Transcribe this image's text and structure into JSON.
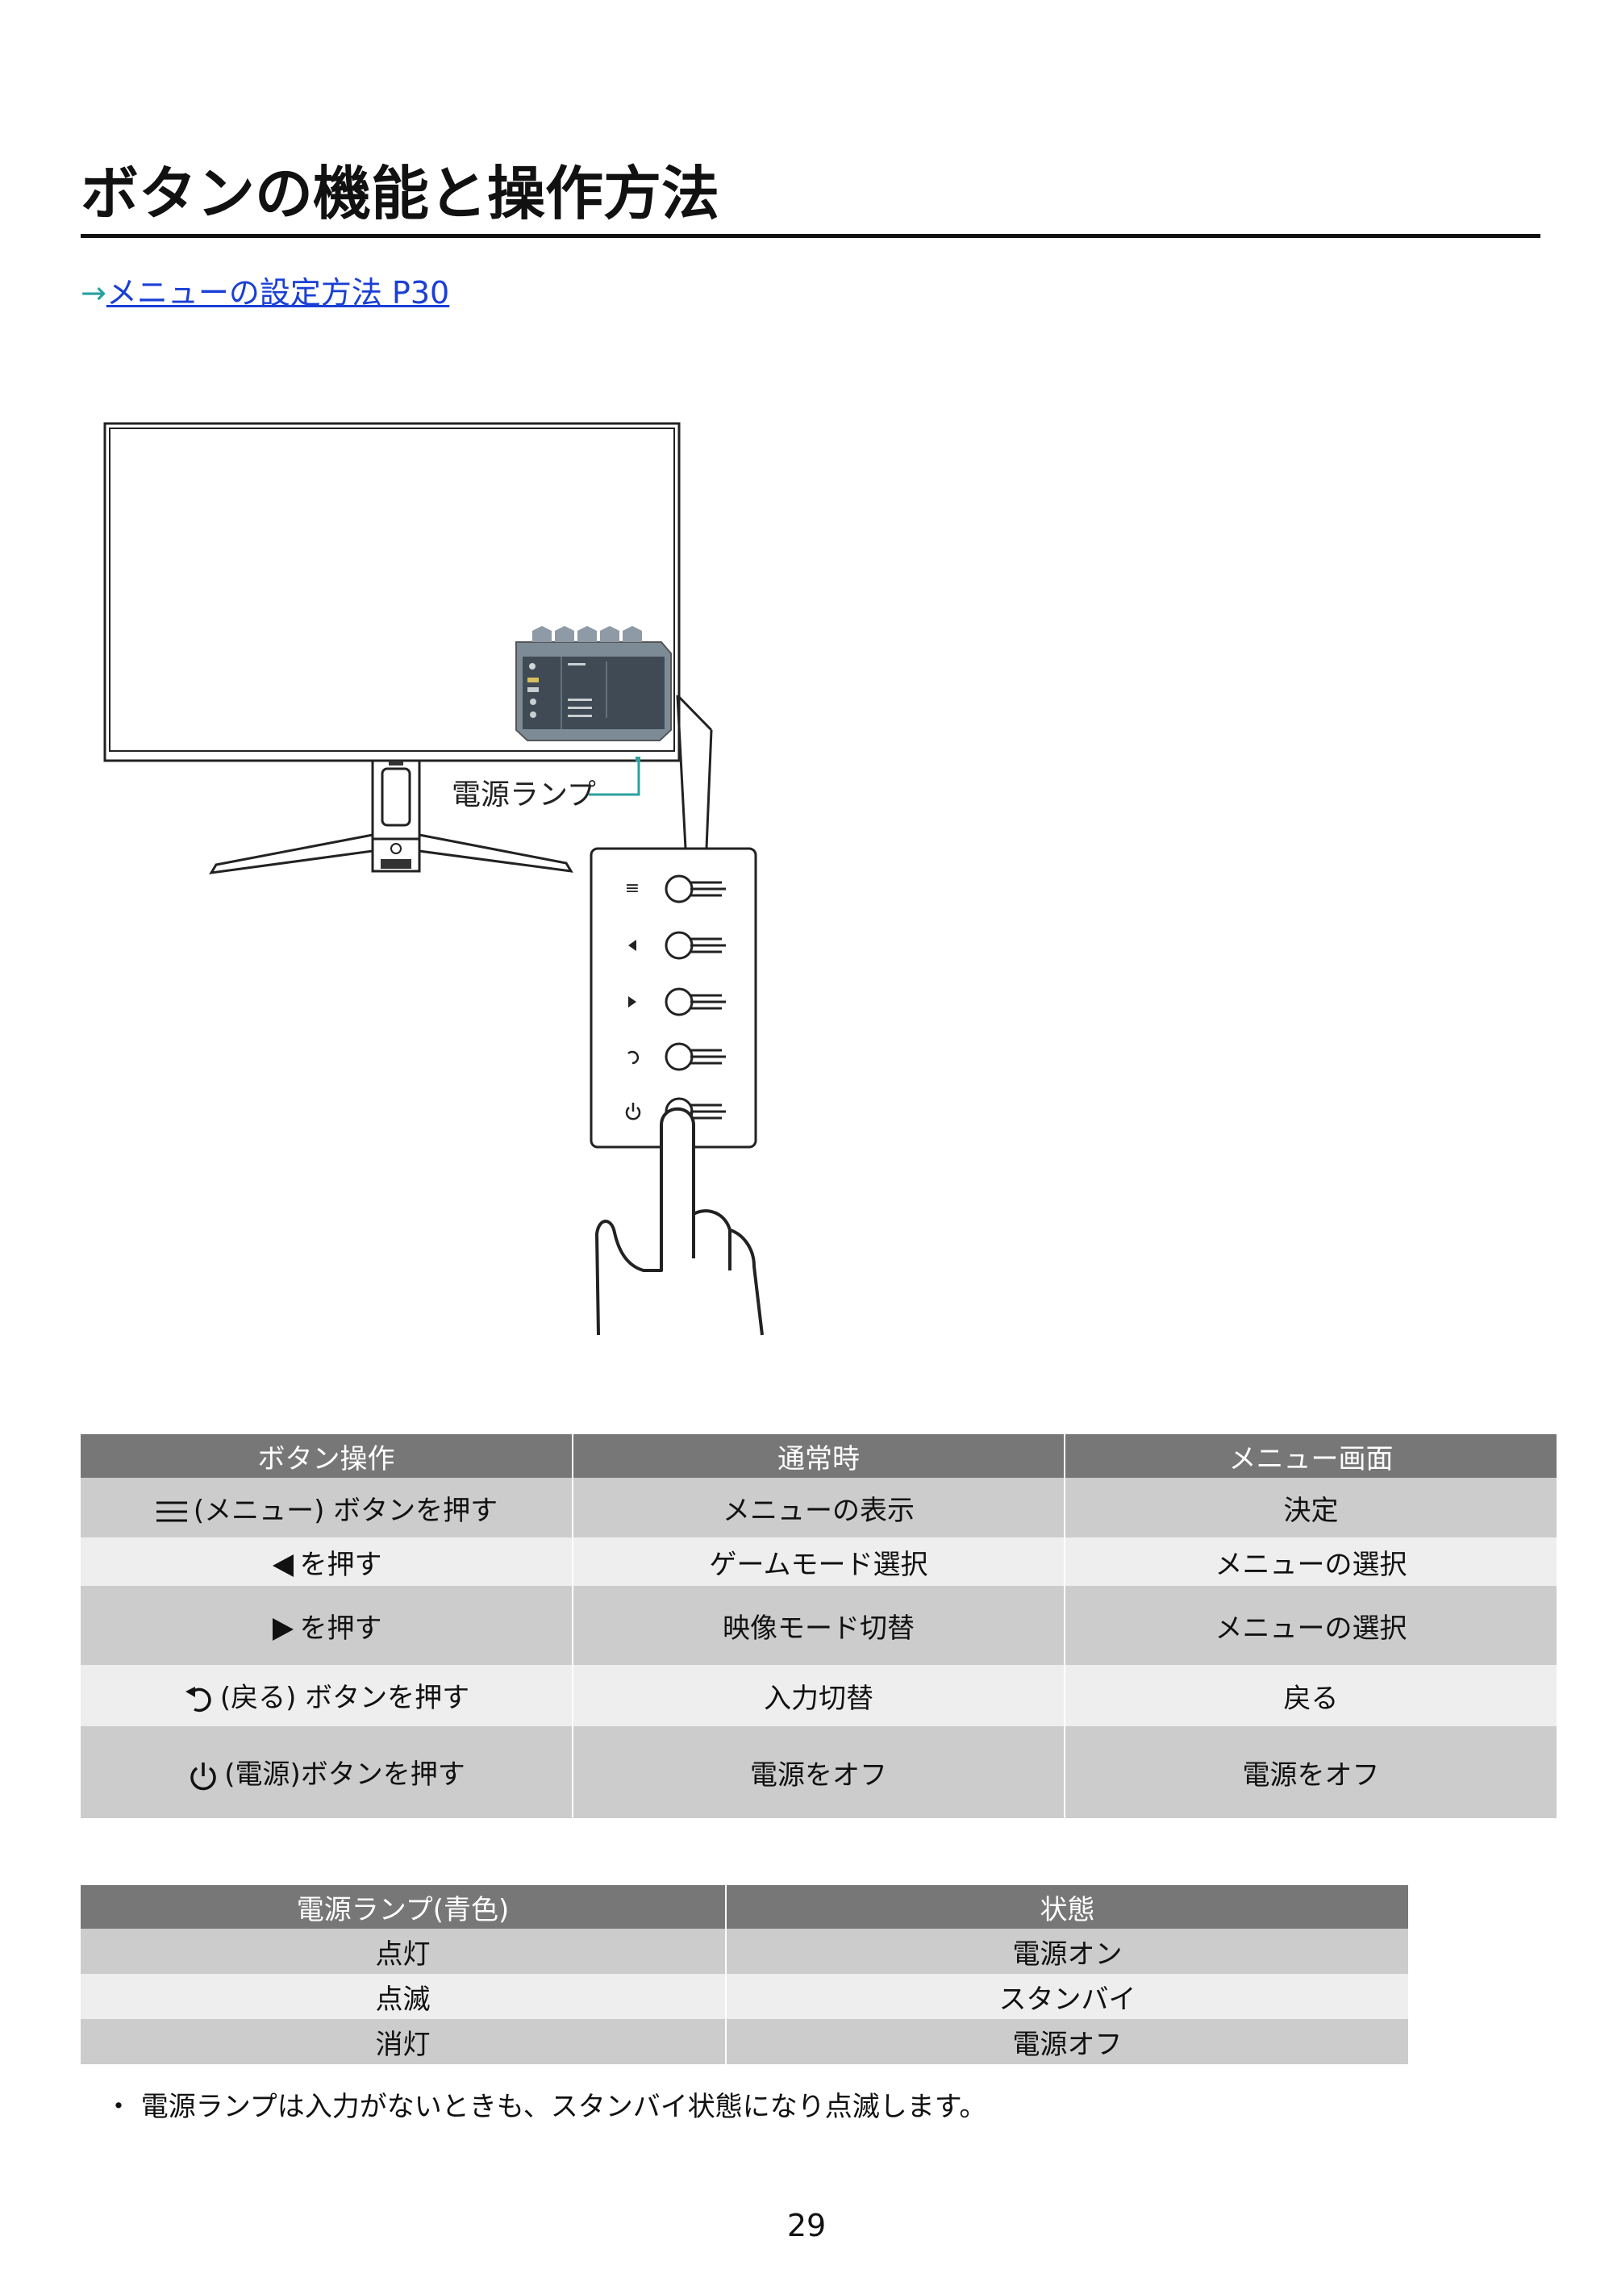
{
  "page": {
    "title": "ボタンの機能と操作方法",
    "link_arrow": "→",
    "link_text": "メニューの設定方法 P30",
    "lamp_label": "電源ランプ",
    "note": "・ 電源ランプは入力がないときも、スタンバイ状態になり点滅します。",
    "page_number": "29"
  },
  "ops_table": {
    "headers": [
      "ボタン操作",
      "通常時",
      "メニュー画面"
    ],
    "rows": [
      {
        "icon": "menu-icon",
        "action": "(メニュー) ボタンを押す",
        "normal": "メニューの表示",
        "menu": "決定"
      },
      {
        "icon": "left-arrow-icon",
        "action": "を押す",
        "normal": "ゲームモード選択",
        "menu": "メニューの選択"
      },
      {
        "icon": "right-arrow-icon",
        "action": "を押す",
        "normal": "映像モード切替",
        "menu": "メニューの選択"
      },
      {
        "icon": "back-icon",
        "action": "(戻る) ボタンを押す",
        "normal": "入力切替",
        "menu": "戻る"
      },
      {
        "icon": "power-icon",
        "action": "(電源)ボタンを押す",
        "normal": "電源をオフ",
        "menu": "電源をオフ"
      }
    ]
  },
  "lamp_table": {
    "headers": [
      "電源ランプ(青色)",
      "状態"
    ],
    "rows": [
      {
        "lamp": "点灯",
        "state": "電源オン"
      },
      {
        "lamp": "点滅",
        "state": "スタンバイ"
      },
      {
        "lamp": "消灯",
        "state": "電源オフ"
      }
    ]
  },
  "colors": {
    "header_bg": "#777777",
    "row_dark": "#cccccc",
    "row_light": "#eeeeee",
    "link": "#1a3fd6",
    "accent": "#2aa0a0"
  }
}
